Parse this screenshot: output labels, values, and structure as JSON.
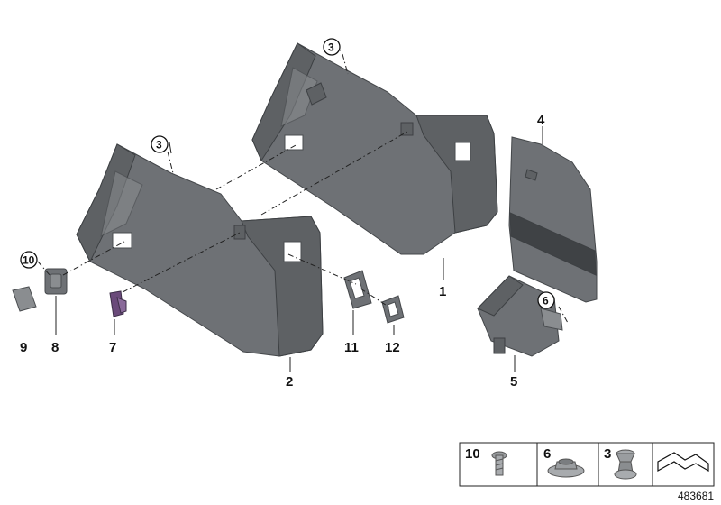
{
  "diagram": {
    "callouts": {
      "c1": "1",
      "c2": "2",
      "c3a": "3",
      "c3b": "3",
      "c4": "4",
      "c5": "5",
      "c6": "6",
      "c7": "7",
      "c8": "8",
      "c9": "9",
      "c10": "10",
      "c11": "11",
      "c12": "12"
    },
    "legend": {
      "item1": "10",
      "item2": "6",
      "item3": "3"
    },
    "diagram_id": "483681"
  }
}
